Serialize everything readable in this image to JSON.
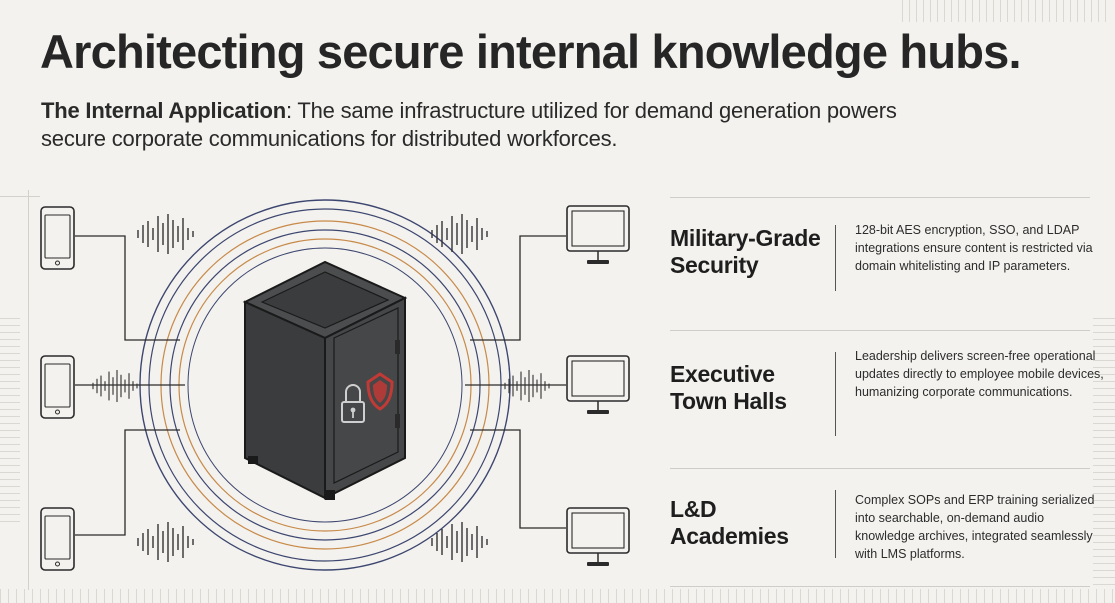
{
  "header": {
    "title": "Architecting secure internal knowledge hubs.",
    "subtitle_bold": "The Internal Application",
    "subtitle_rest": ": The same infrastructure utilized for demand generation powers secure corporate communications for distributed workforces."
  },
  "features": [
    {
      "title_line1": "Military-Grade",
      "title_line2": "Security",
      "description": "128-bit AES encryption, SSO, and LDAP integrations ensure content is restricted via domain whitelisting and IP parameters."
    },
    {
      "title_line1": "Executive",
      "title_line2": "Town Halls",
      "description": "Leadership delivers screen-free operational updates directly to employee mobile devices, humanizing corporate communications."
    },
    {
      "title_line1": "L&D",
      "title_line2": "Academies",
      "description": "Complex SOPs and ERP training serialized into searchable, on-demand audio knowledge archives, integrated seamlessly with LMS platforms."
    }
  ],
  "colors": {
    "background": "#f3f2ee",
    "ring_blue": "#3d4670",
    "ring_orange": "#c88a4a",
    "safe_body": "#3f4142",
    "shield_red": "#c23a36"
  },
  "icons": [
    "smartphone-icon",
    "monitor-icon",
    "safe-icon",
    "padlock-icon",
    "shield-icon",
    "audio-wave-icon"
  ]
}
